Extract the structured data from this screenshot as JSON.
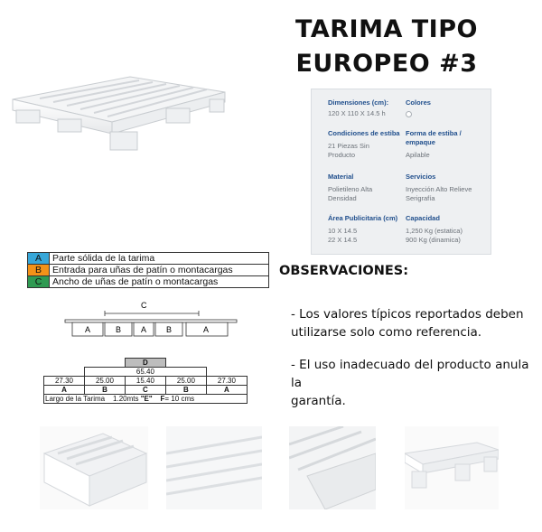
{
  "title": {
    "line1": "TARIMA TIPO",
    "line2": "EUROPEO #3"
  },
  "specs": {
    "dimensiones": {
      "label": "Dimensiones (cm):",
      "value": "120 X 110 X 14.5 h"
    },
    "colores": {
      "label": "Colores"
    },
    "condiciones": {
      "label": "Condiciones de estiba",
      "value1": "21 Piezas Sin",
      "value2": "Producto"
    },
    "forma": {
      "label1": "Forma de estiba /",
      "label2": "empaque",
      "value": "Apilable"
    },
    "material": {
      "label": "Material",
      "value1": "Polietileno Alta",
      "value2": "Densidad"
    },
    "servicios": {
      "label": "Servicios",
      "value1": "Inyección Alto Relieve",
      "value2": "Serigrafía"
    },
    "area": {
      "label": "Área Publicitaria (cm)",
      "value1": "10 X 14.5",
      "value2": "22 X 14.5"
    },
    "capacidad": {
      "label": "Capacidad",
      "value1": "1,250 Kg (estatica)",
      "value2": "900 Kg (dinamica)"
    }
  },
  "legend": [
    {
      "key": "A",
      "text": "Parte sólida de la tarima",
      "color": "#37a7d9"
    },
    {
      "key": "B",
      "text": "Entrada para uñas de patín o montacargas",
      "color": "#f39218"
    },
    {
      "key": "C",
      "text": "Ancho de uñas de patín o montacargas",
      "color": "#2f9a52"
    }
  ],
  "observaciones": {
    "title": "OBSERVACIONES:",
    "item1_l1": "- Los valores típicos reportados deben",
    "item1_l2": "utilizarse solo como referencia.",
    "item2_l1": "- El uso inadecuado  del producto anula la",
    "item2_l2": "garantía."
  },
  "schematic": {
    "c_label": "C",
    "blocks": [
      "A",
      "B",
      "A",
      "B",
      "A"
    ]
  },
  "dims": {
    "d_label": "D",
    "d_value": "65.40",
    "values": [
      "27.30",
      "25.00",
      "15.40",
      "25.00",
      "27.30"
    ],
    "letters": [
      "A",
      "B",
      "C",
      "B",
      "A"
    ],
    "largo_label": "Largo de la Tarima",
    "largo_value": "1.20mts",
    "e_label": "\"E\"",
    "f_label": "F",
    "f_value": "= 10 cms"
  }
}
